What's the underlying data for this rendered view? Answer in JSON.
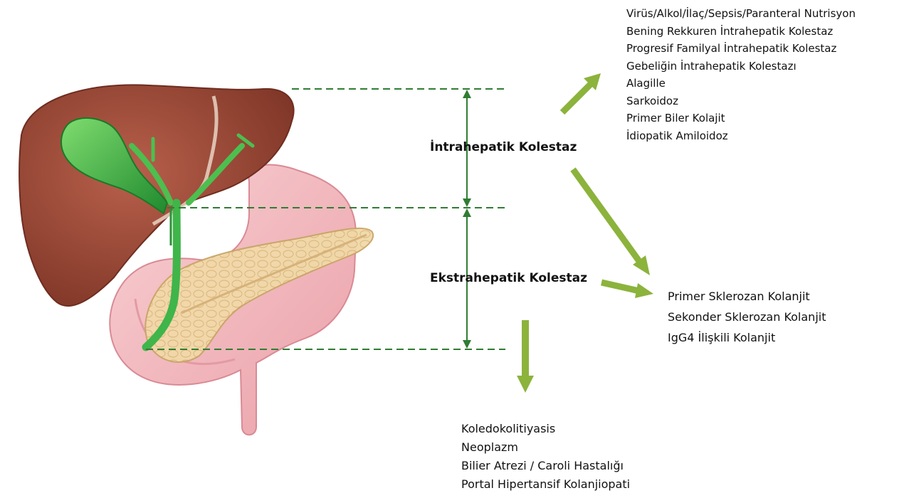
{
  "colors": {
    "arrow": "#8cb33c",
    "dashed_line": "#2f7d32",
    "liver": "#9c4a3a",
    "gallbladder": "#3fb54a",
    "duodenum": "#f3b8bd",
    "pancreas": "#f1d9a8"
  },
  "intrahepatic": {
    "label": "İntrahepatik Kolestaz",
    "causes": [
      "Virüs/Alkol/İlaç/Sepsis/Paranteral Nutrisyon",
      "Bening Rekkuren İntrahepatik Kolestaz",
      "Progresif Familyal İntrahepatik Kolestaz",
      "Gebeliğin İntrahepatik Kolestazı",
      "Alagille",
      "Sarkoidoz",
      "Primer Biler Kolajit",
      "İdiopatik Amiloidoz"
    ]
  },
  "extrahepatic": {
    "label": "Ekstrahepatik Kolestaz",
    "causes": [
      "Koledokolitiyasis",
      "Neoplazm",
      "Bilier Atrezi / Caroli Hastalığı",
      "Portal Hipertansif Kolanjiopati"
    ]
  },
  "shared": {
    "causes": [
      "Primer Sklerozan Kolanjit",
      "Sekonder Sklerozan Kolanjit",
      "IgG4 İlişkili Kolanjit"
    ]
  },
  "icons": [
    "liver-illustration",
    "gallbladder-illustration",
    "duodenum-illustration",
    "pancreas-illustration",
    "arrow-icon"
  ]
}
